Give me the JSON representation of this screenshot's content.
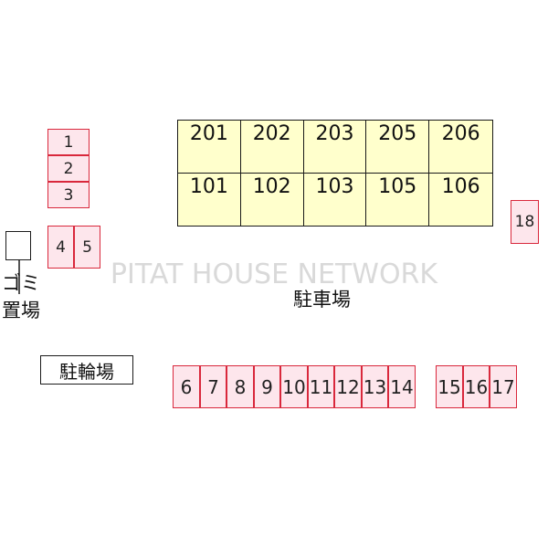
{
  "watermark": "PITAT HOUSE NETWORK",
  "building": {
    "upper_units": [
      "201",
      "202",
      "203",
      "205",
      "206"
    ],
    "lower_units": [
      "101",
      "102",
      "103",
      "105",
      "106"
    ]
  },
  "spaces": {
    "left_stack": [
      "1",
      "2",
      "3"
    ],
    "left_pair": [
      "4",
      "5"
    ],
    "right_single": "18",
    "bottom_row_a": [
      "6",
      "7",
      "8",
      "9",
      "10",
      "11",
      "12",
      "13",
      "14"
    ],
    "bottom_row_b": [
      "15",
      "16",
      "17"
    ]
  },
  "labels": {
    "trash_line1": "ゴミ",
    "trash_line2": "置場",
    "parking": "駐車場",
    "bicycle": "駐輪場"
  },
  "colors": {
    "building_fill": "#ffffcc",
    "space_fill": "#fde6ec",
    "space_border": "#d9283c"
  }
}
